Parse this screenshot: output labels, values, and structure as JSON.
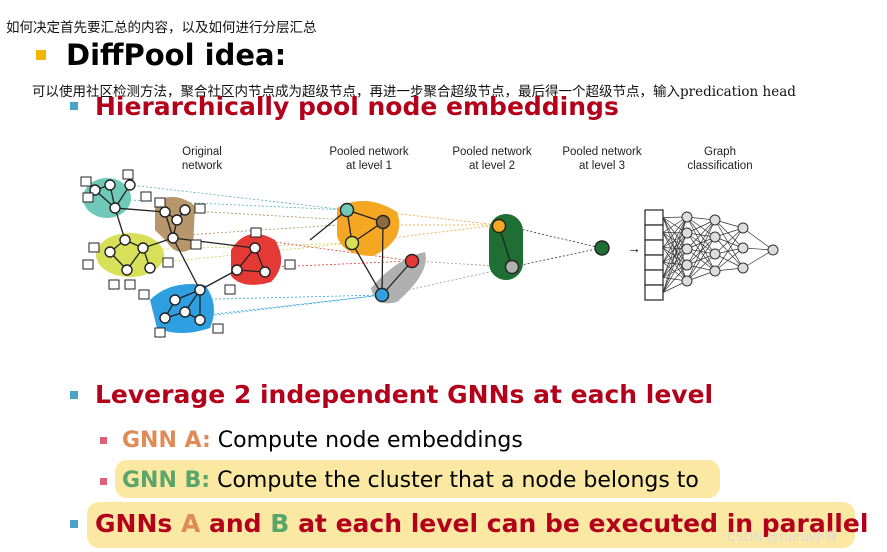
{
  "notes": {
    "top": "如何决定首先要汇总的内容，以及如何进行分层汇总",
    "mid": "可以使用社区检测方法，聚合社区内节点成为超级节点，再进一步聚合超级节点，最后得一个超级节点，输入predication head"
  },
  "title": "DiffPool idea:",
  "bullets": {
    "b1": "Hierarchically pool node embeddings",
    "b2": "Leverage 2 independent GNNs at each level",
    "b2a_label": "GNN A:",
    "b2a_text": " Compute node embeddings",
    "b2b_label": "GNN B:",
    "b2b_text": " Compute the cluster that a node belongs to",
    "b3_p1": "GNNs ",
    "b3_a": "A",
    "b3_and": " and ",
    "b3_b": "B",
    "b3_p2": " at each level can be executed in parallel"
  },
  "diagram": {
    "label_original_1": "Original",
    "label_original_2": "network",
    "label_l1_1": "Pooled network",
    "label_l1_2": "at level 1",
    "label_l2_1": "Pooled network",
    "label_l2_2": "at level 2",
    "label_l3_1": "Pooled network",
    "label_l3_2": "at level 3",
    "label_graph_1": "Graph",
    "label_graph_2": "classification",
    "arrow": "→"
  },
  "watermark": "CSDN @ruirui小啊"
}
